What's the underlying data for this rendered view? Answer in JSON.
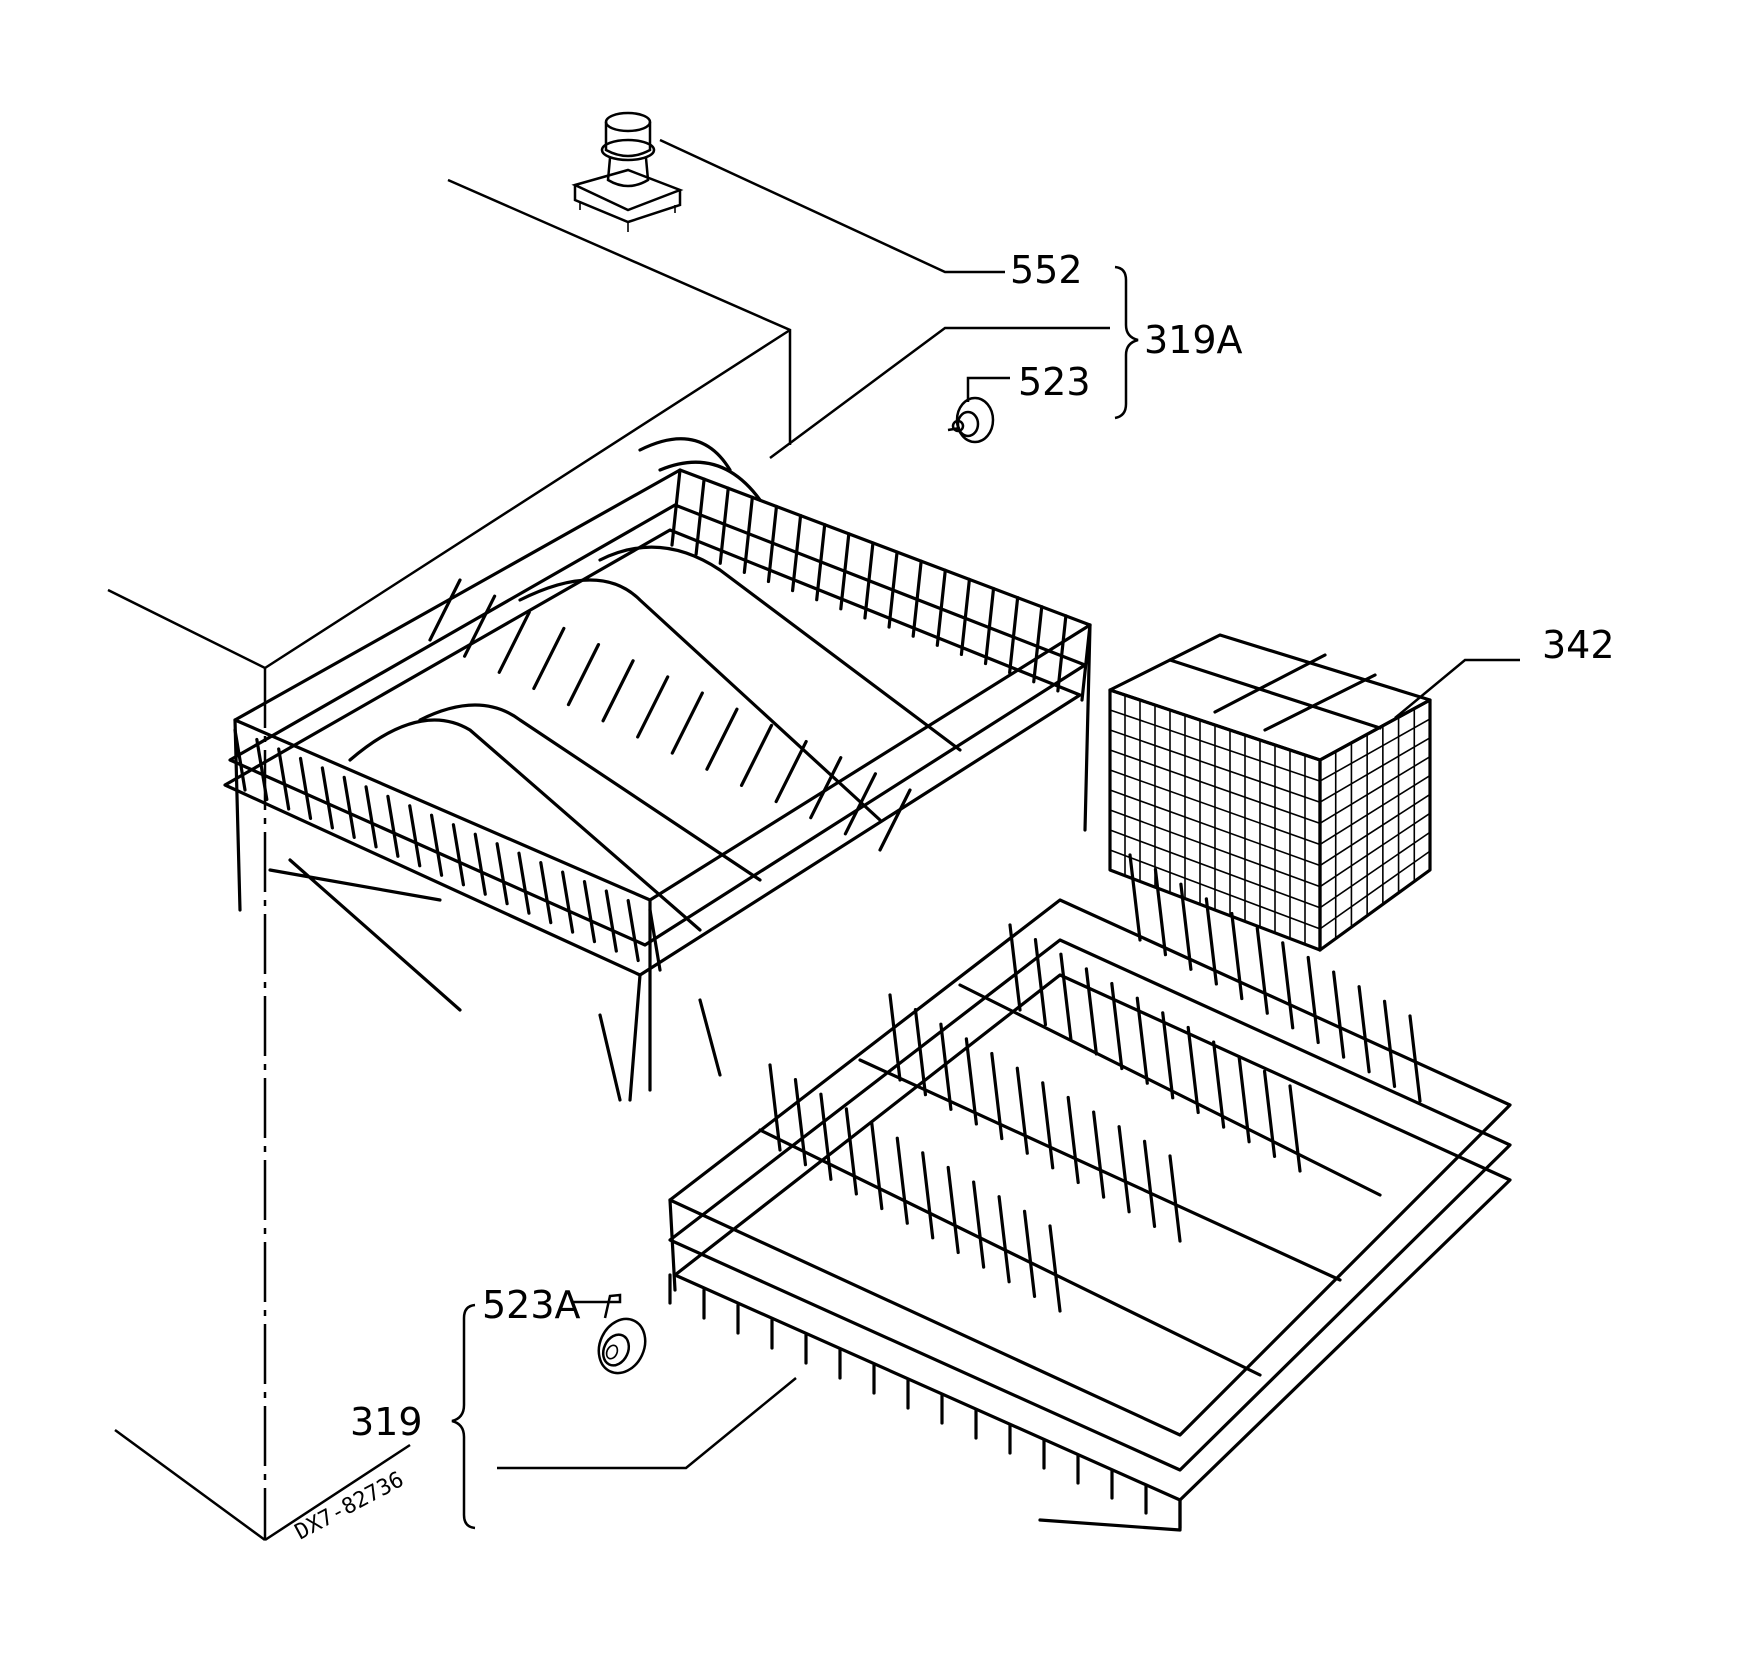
{
  "callouts": {
    "c552": "552",
    "c319a": "319A",
    "c523": "523",
    "c342": "342",
    "c523a": "523A",
    "c319": "319"
  },
  "drawing_code": "DX7-82736"
}
